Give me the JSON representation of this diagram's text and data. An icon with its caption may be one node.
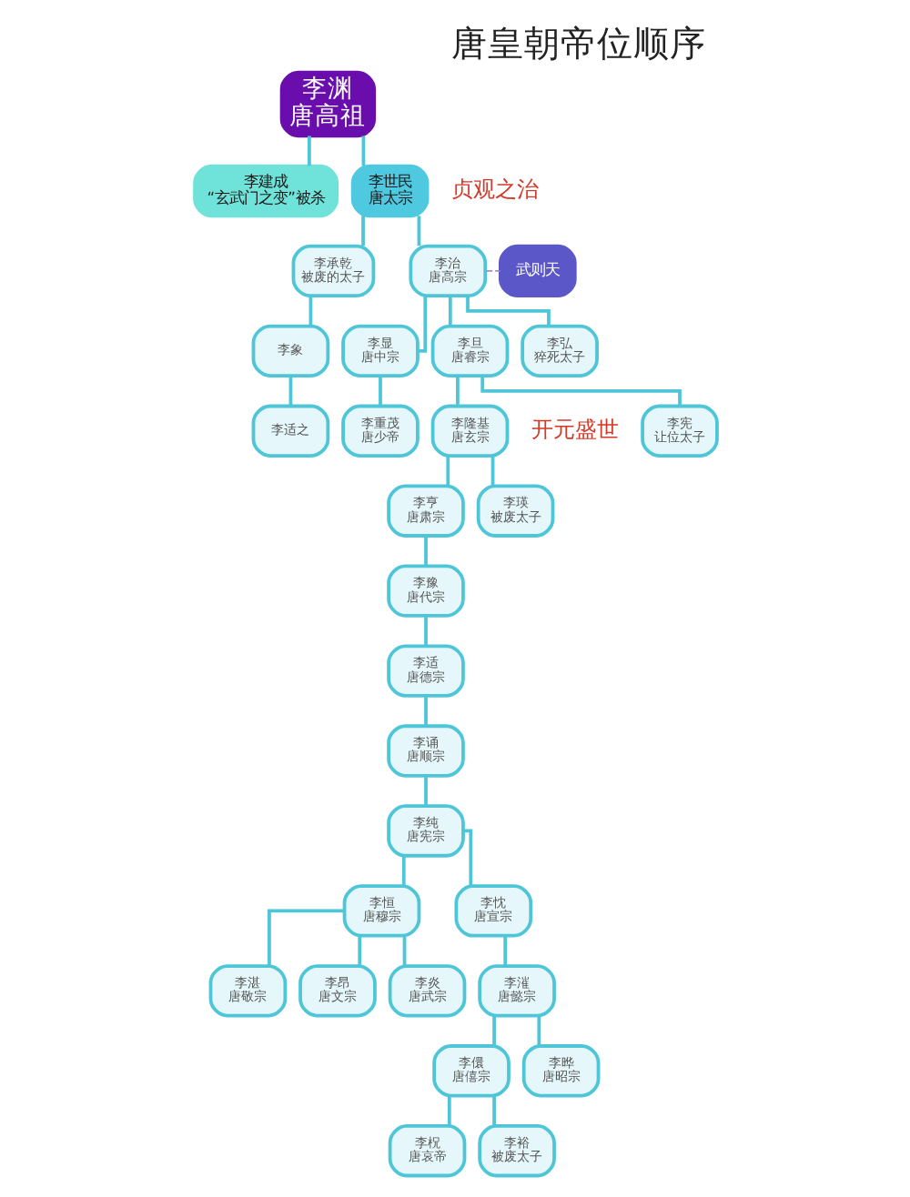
{
  "diagram": {
    "title": "唐皇朝帝位顺序",
    "nodes": [
      {
        "text": [
          "李渊",
          "唐高祖"
        ]
      },
      {
        "text": [
          "李建成",
          "“玄武门之变”被杀"
        ]
      },
      {
        "text": [
          "李世民",
          "唐太宗"
        ],
        "beside": [
          "贞观之治"
        ]
      },
      {
        "text": [
          "李承乾",
          "被废的太子"
        ]
      },
      {
        "text": [
          "李治",
          "唐高宗"
        ]
      },
      {
        "text": [
          "武则天"
        ]
      },
      {
        "text": [
          "李象"
        ]
      },
      {
        "text": [
          "李显",
          "唐中宗"
        ]
      },
      {
        "text": [
          "李旦",
          "唐睿宗"
        ]
      },
      {
        "text": [
          "李弘",
          "猝死太子"
        ]
      },
      {
        "text": [
          "李适之"
        ]
      },
      {
        "text": [
          "李重茂",
          "唐少帝"
        ]
      },
      {
        "text": [
          "李隆基",
          "唐玄宗"
        ],
        "beside": [
          "开元盛世"
        ]
      },
      {
        "text": [
          "李宪",
          "让位太子"
        ]
      },
      {
        "text": [
          "李亨",
          "唐肃宗"
        ]
      },
      {
        "text": [
          "李瑛",
          "被废太子"
        ]
      },
      {
        "text": [
          "李豫",
          "唐代宗"
        ]
      },
      {
        "text": [
          "李适",
          "唐德宗"
        ]
      },
      {
        "text": [
          "李诵",
          "唐顺宗"
        ]
      },
      {
        "text": [
          "李纯",
          "唐宪宗"
        ]
      },
      {
        "text": [
          "李恒",
          "唐穆宗"
        ]
      },
      {
        "text": [
          "李忱",
          "唐宣宗"
        ]
      },
      {
        "text": [
          "李湛",
          "唐敬宗"
        ]
      },
      {
        "text": [
          "李昂",
          "唐文宗"
        ]
      },
      {
        "text": [
          "李炎",
          "唐武宗"
        ]
      },
      {
        "text": [
          "李漼",
          "唐懿宗"
        ]
      },
      {
        "text": [
          "李儇",
          "唐僖宗"
        ]
      },
      {
        "text": [
          "李晔",
          "唐昭宗"
        ]
      },
      {
        "text": [
          "李柷",
          "唐哀帝"
        ]
      },
      {
        "text": [
          "李裕",
          "被废太子"
        ]
      }
    ],
    "edges": [
      {
        "from": 0,
        "to": 1,
        "arrow": "none"
      },
      {
        "from": 0,
        "to": 2,
        "arrow": "none"
      },
      {
        "from": 2,
        "to": 3,
        "arrow": "none"
      },
      {
        "from": 2,
        "to": 4,
        "arrow": "none"
      },
      {
        "from": 4,
        "to": 5,
        "arrow": "none",
        "style": "dashed",
        "color": "#9b8fd0"
      },
      {
        "from": 3,
        "to": 6,
        "arrow": "none"
      },
      {
        "from": 4,
        "to": 7,
        "arrow": "none"
      },
      {
        "from": 4,
        "to": 8,
        "arrow": "none"
      },
      {
        "from": 4,
        "to": 9,
        "arrow": "none"
      },
      {
        "from": 6,
        "to": 10,
        "arrow": "none"
      },
      {
        "from": 7,
        "to": 11,
        "arrow": "none"
      },
      {
        "from": 8,
        "to": 12,
        "arrow": "none"
      },
      {
        "from": 8,
        "to": 13,
        "arrow": "none"
      },
      {
        "from": 12,
        "to": 14,
        "arrow": "none"
      },
      {
        "from": 12,
        "to": 15,
        "arrow": "none"
      },
      {
        "from": 14,
        "to": 16,
        "arrow": "none"
      },
      {
        "from": 16,
        "to": 17,
        "arrow": "none"
      },
      {
        "from": 17,
        "to": 18,
        "arrow": "none"
      },
      {
        "from": 18,
        "to": 19,
        "arrow": "none"
      },
      {
        "from": 19,
        "to": 20,
        "arrow": "none"
      },
      {
        "from": 19,
        "to": 21,
        "arrow": "none"
      },
      {
        "from": 20,
        "to": 22,
        "arrow": "none"
      },
      {
        "from": 20,
        "to": 23,
        "arrow": "none"
      },
      {
        "from": 20,
        "to": 24,
        "arrow": "none"
      },
      {
        "from": 21,
        "to": 25,
        "arrow": "none"
      },
      {
        "from": 25,
        "to": 26,
        "arrow": "none"
      },
      {
        "from": 25,
        "to": 27,
        "arrow": "none"
      },
      {
        "from": 26,
        "to": 28,
        "arrow": "none"
      },
      {
        "from": 26,
        "to": 29,
        "arrow": "none"
      }
    ]
  }
}
